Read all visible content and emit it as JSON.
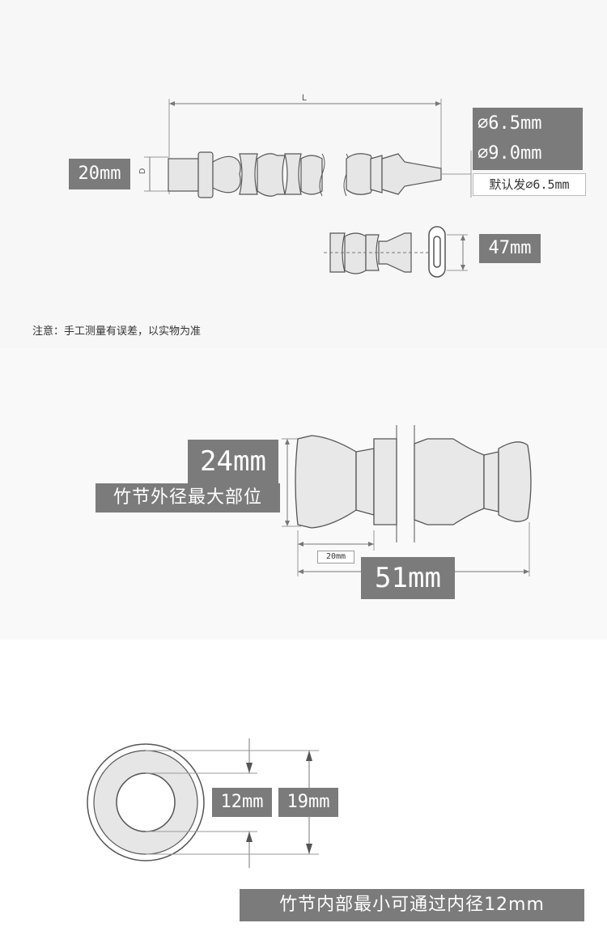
{
  "top": {
    "dim_length": "L",
    "dim_diameter": "D",
    "labels": {
      "d20": "20mm",
      "phi65": "⌀6.5mm",
      "phi90": "⌀9.0mm",
      "default": "默认发⌀6.5mm",
      "w47": "47mm"
    },
    "note": "注意：手工测量有误差，以实物为准"
  },
  "middle": {
    "labels": {
      "d24": "24mm",
      "max_od": "竹节外径最大部位",
      "seg20": "20mm",
      "len51": "51mm"
    }
  },
  "bottom": {
    "labels": {
      "id12": "12mm",
      "od19": "19mm",
      "caption": "竹节内部最小可通过内径12mm"
    }
  },
  "colors": {
    "label_bg": "#7b7b7b",
    "part_fill": "#e6e6e6",
    "outline": "#555555"
  }
}
